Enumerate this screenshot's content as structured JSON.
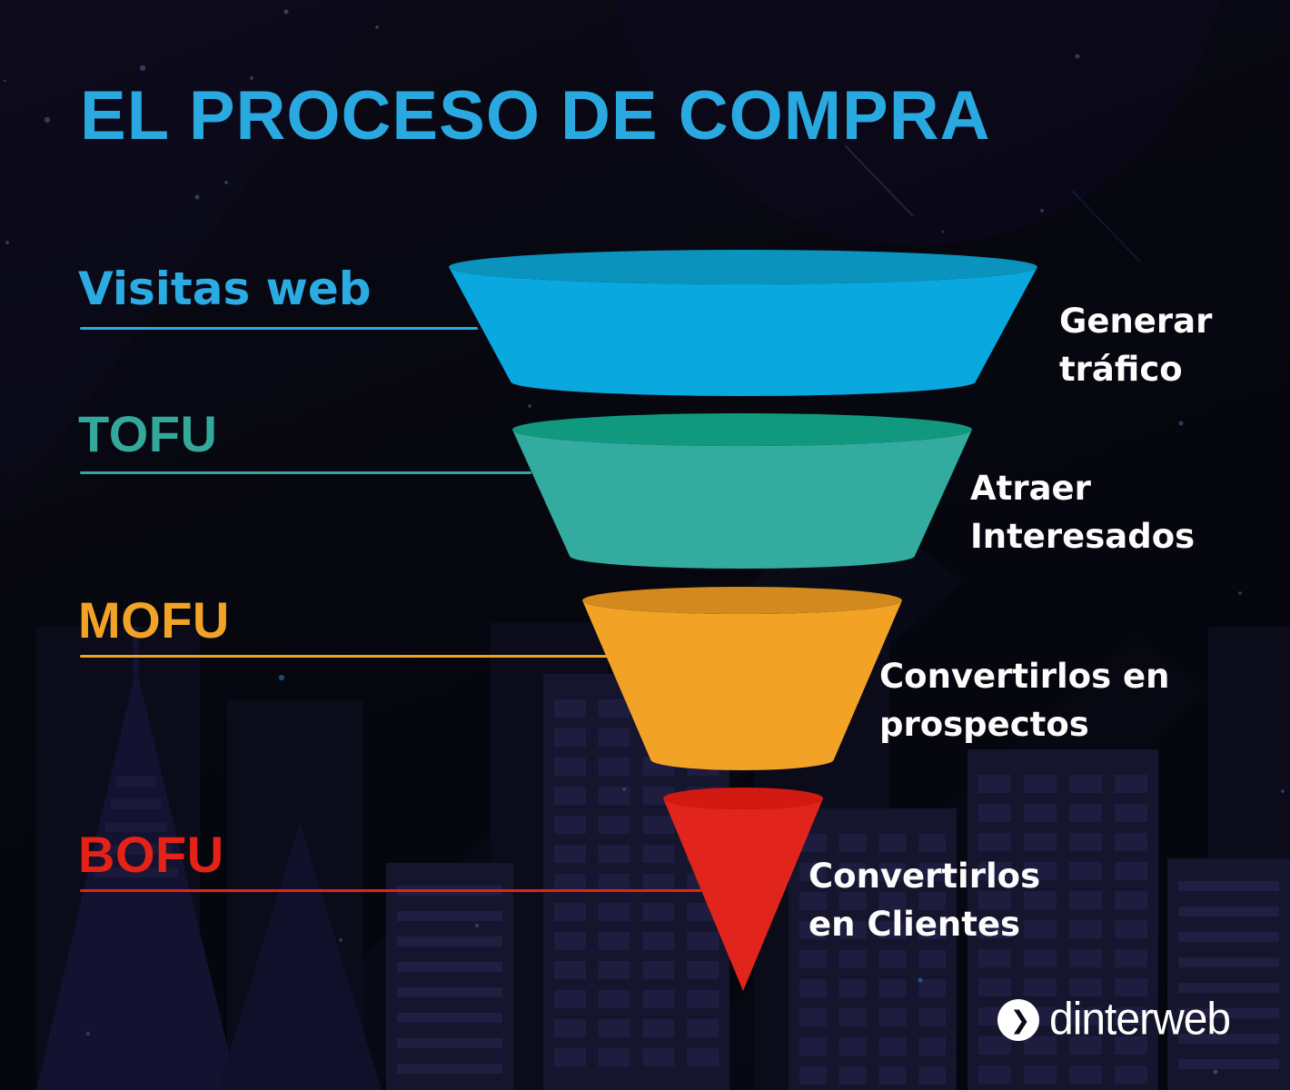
{
  "title": {
    "text": "EL PROCESO DE COMPRA",
    "color": "#2AA9E1"
  },
  "funnel": {
    "stages": [
      {
        "id": "visitas-web",
        "label": "Visitas web",
        "label_color": "#2AACE3",
        "description": "Generar tráfico",
        "description_lines": [
          "Generar",
          "tráfico"
        ],
        "fill": "#09A9DF",
        "fill_top": "#0A93BD"
      },
      {
        "id": "tofu",
        "label": "TOFU",
        "label_color": "#33A89B",
        "description": "Atraer Interesados",
        "description_lines": [
          "Atraer",
          "Interesados"
        ],
        "fill": "#34AB9F",
        "fill_top": "#119980"
      },
      {
        "id": "mofu",
        "label": "MOFU",
        "label_color": "#F2A326",
        "description": "Convertirlos en prospectos",
        "description_lines": [
          "Convertirlos en",
          "prospectos"
        ],
        "fill": "#F2A326",
        "fill_top": "#D2891E"
      },
      {
        "id": "bofu",
        "label": "BOFU",
        "label_color": "#E52217",
        "description": "Convertirlos en Clientes",
        "description_lines": [
          "Convertirlos",
          "en Clientes"
        ],
        "fill": "#E1251C",
        "fill_top": "#D31A12"
      }
    ]
  },
  "footer": {
    "logo_text": "dinterweb",
    "logo_icon": "chevron-right-icon"
  },
  "description_text_color": "#FCFCFC"
}
